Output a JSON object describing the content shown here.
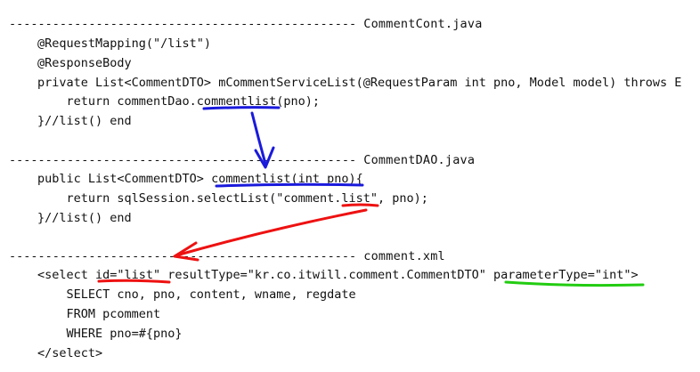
{
  "sections": [
    {
      "dashes": "------------------------------------------------",
      "filename": "CommentCont.java",
      "lines": [
        "@RequestMapping(\"/list\")",
        "@ResponseBody",
        "private List<CommentDTO> mCommentServiceList(@RequestParam int pno, Model model) throws E",
        "    return commentDao.commentlist(pno);",
        "}//list() end"
      ]
    },
    {
      "dashes": "------------------------------------------------",
      "filename": "CommentDAO.java",
      "lines": [
        "public List<CommentDTO> commentlist(int pno){",
        "    return sqlSession.selectList(\"comment.list\", pno);",
        "}//list() end"
      ]
    },
    {
      "dashes": "------------------------------------------------",
      "filename": "comment.xml",
      "lines": [
        "<select id=\"list\" resultType=\"kr.co.itwill.comment.CommentDTO\" parameterType=\"int\">",
        "    SELECT cno, pno, content, wname, regdate",
        "    FROM pcomment",
        "    WHERE pno=#{pno}",
        "</select>"
      ]
    }
  ],
  "annotation_colors": {
    "blue": "#1a1adc",
    "red": "#ee1111",
    "green": "#22cc11"
  }
}
